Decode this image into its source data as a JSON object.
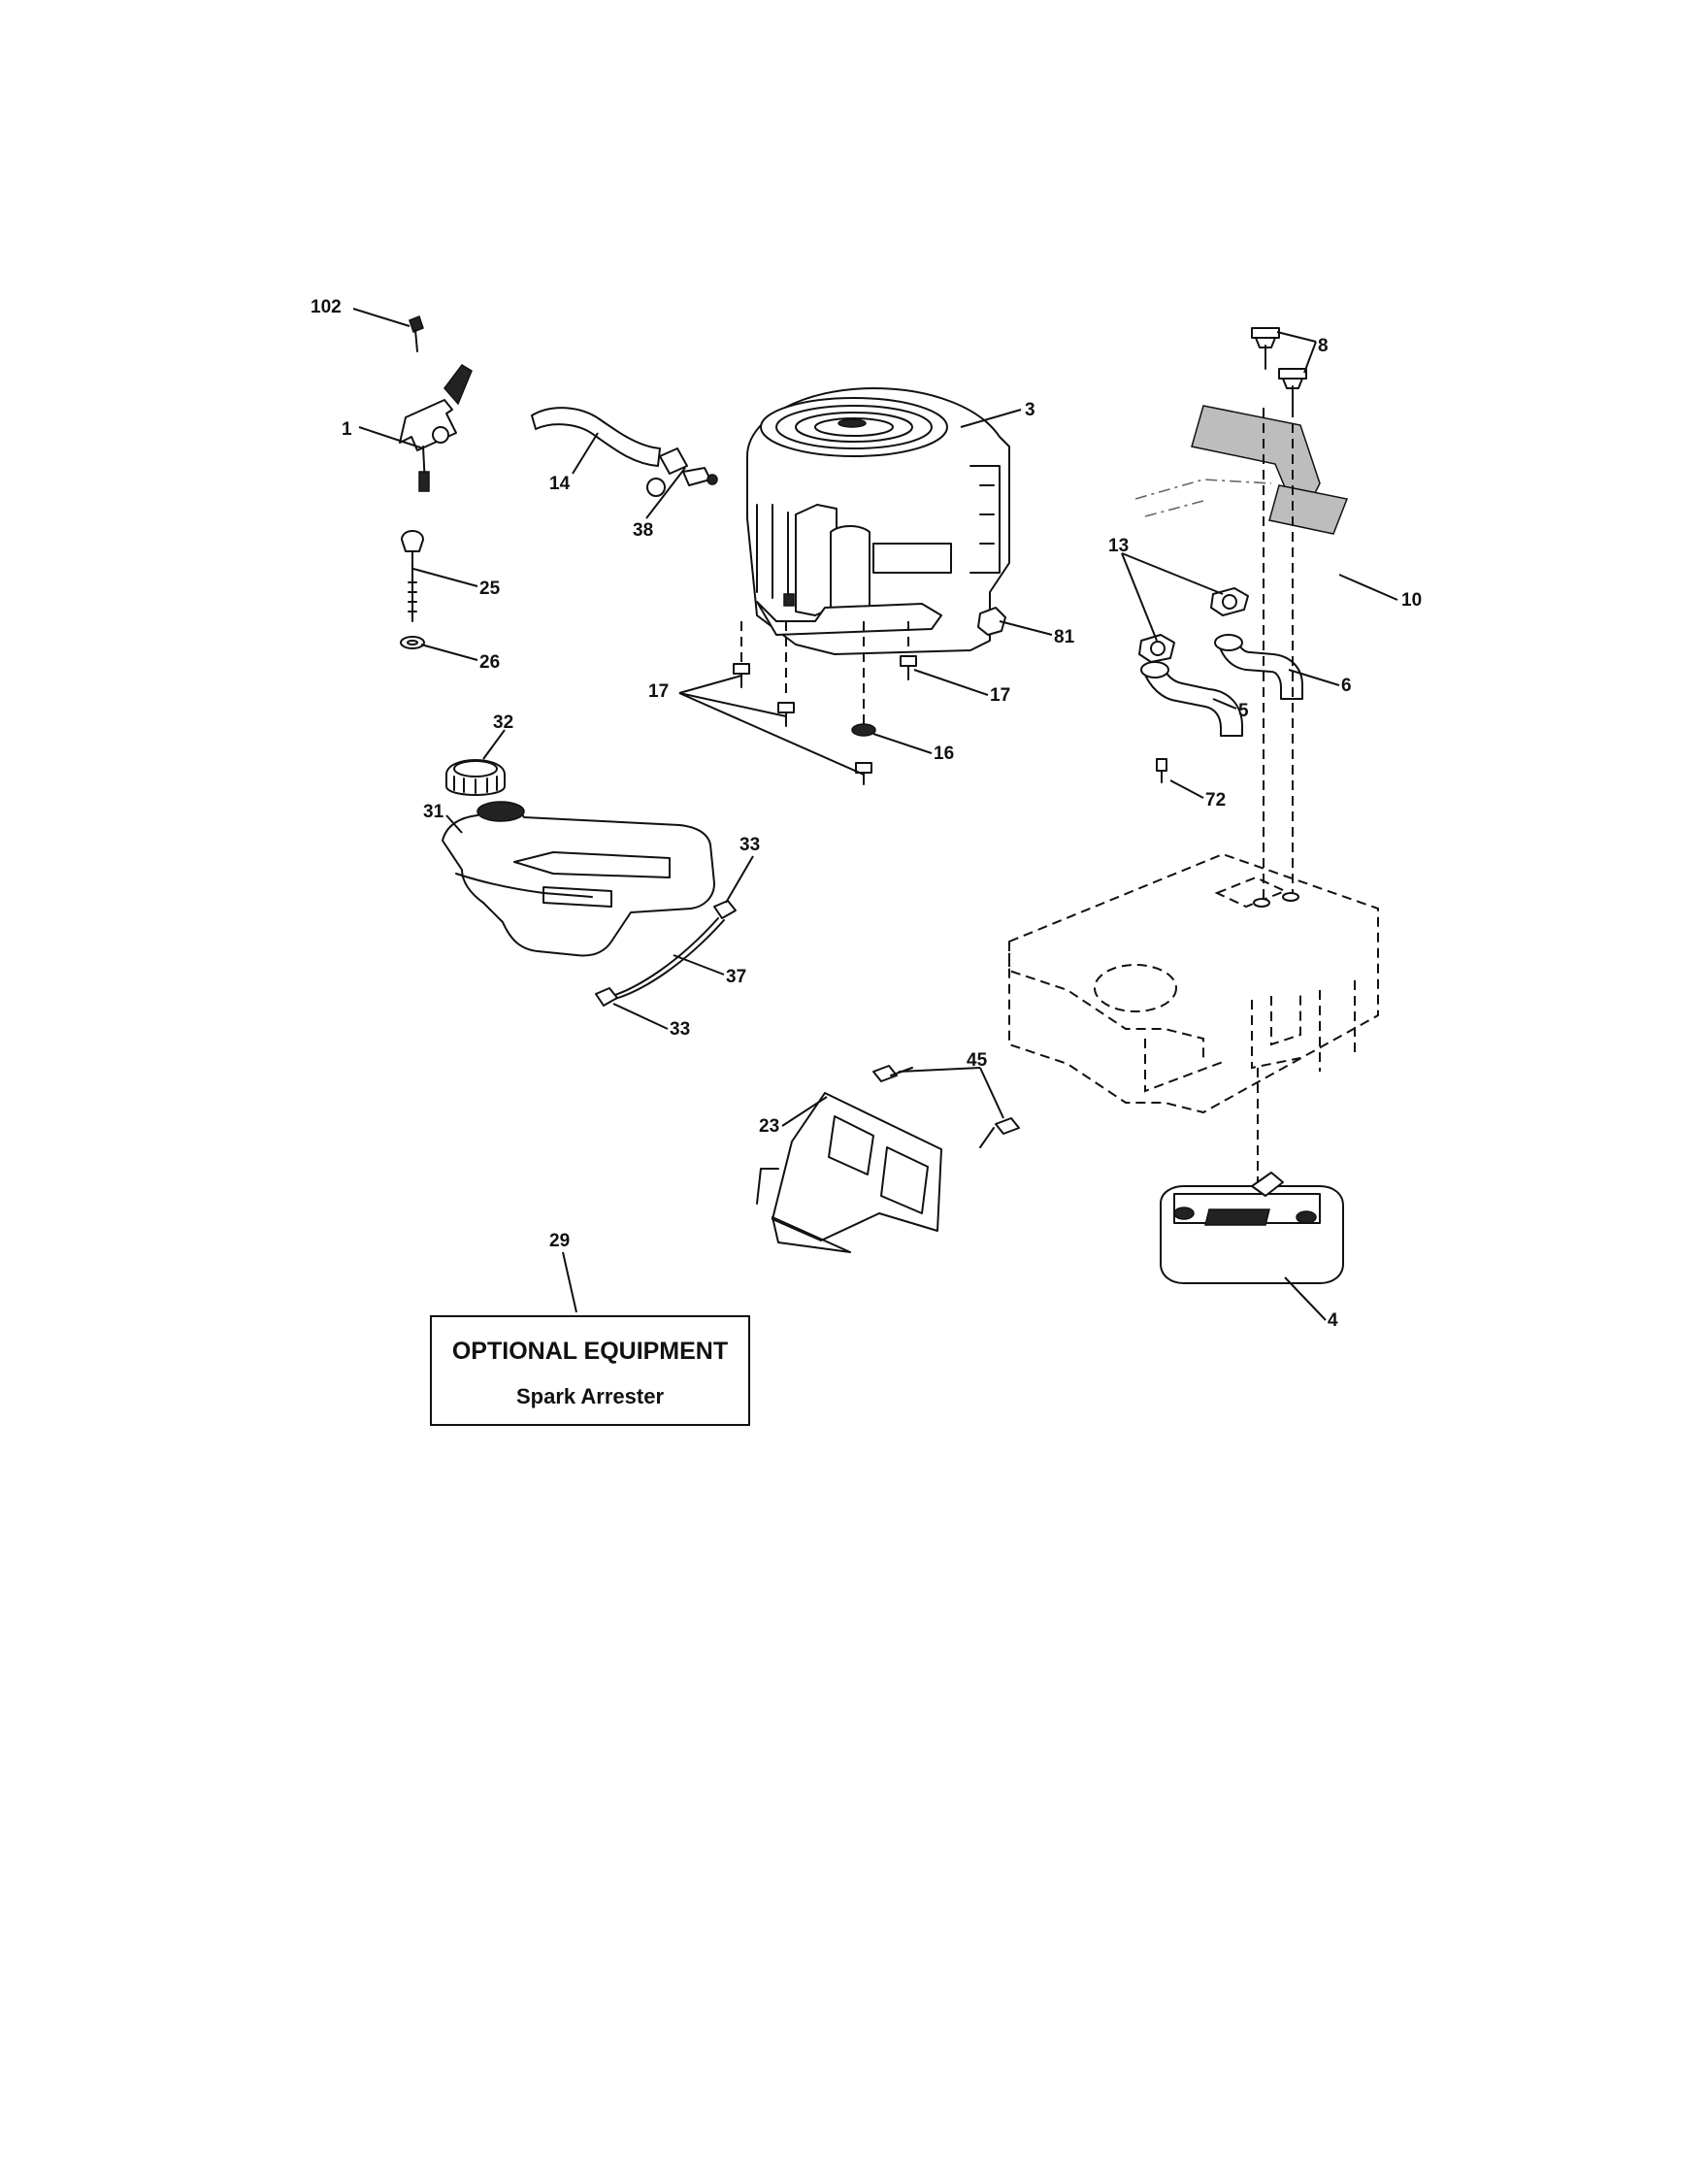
{
  "callouts": {
    "c102": "102",
    "c1": "1",
    "c14": "14",
    "c38": "38",
    "c3": "3",
    "c8": "8",
    "c10": "10",
    "c13": "13",
    "c25": "25",
    "c26": "26",
    "c81": "81",
    "c17a": "17",
    "c17b": "17",
    "c6": "6",
    "c5": "5",
    "c16": "16",
    "c72": "72",
    "c32": "32",
    "c31": "31",
    "c33a": "33",
    "c37": "37",
    "c33b": "33",
    "c45": "45",
    "c23": "23",
    "c4": "4",
    "c29": "29"
  },
  "optional_box": {
    "title": "OPTIONAL EQUIPMENT",
    "item": "Spark Arrester"
  }
}
